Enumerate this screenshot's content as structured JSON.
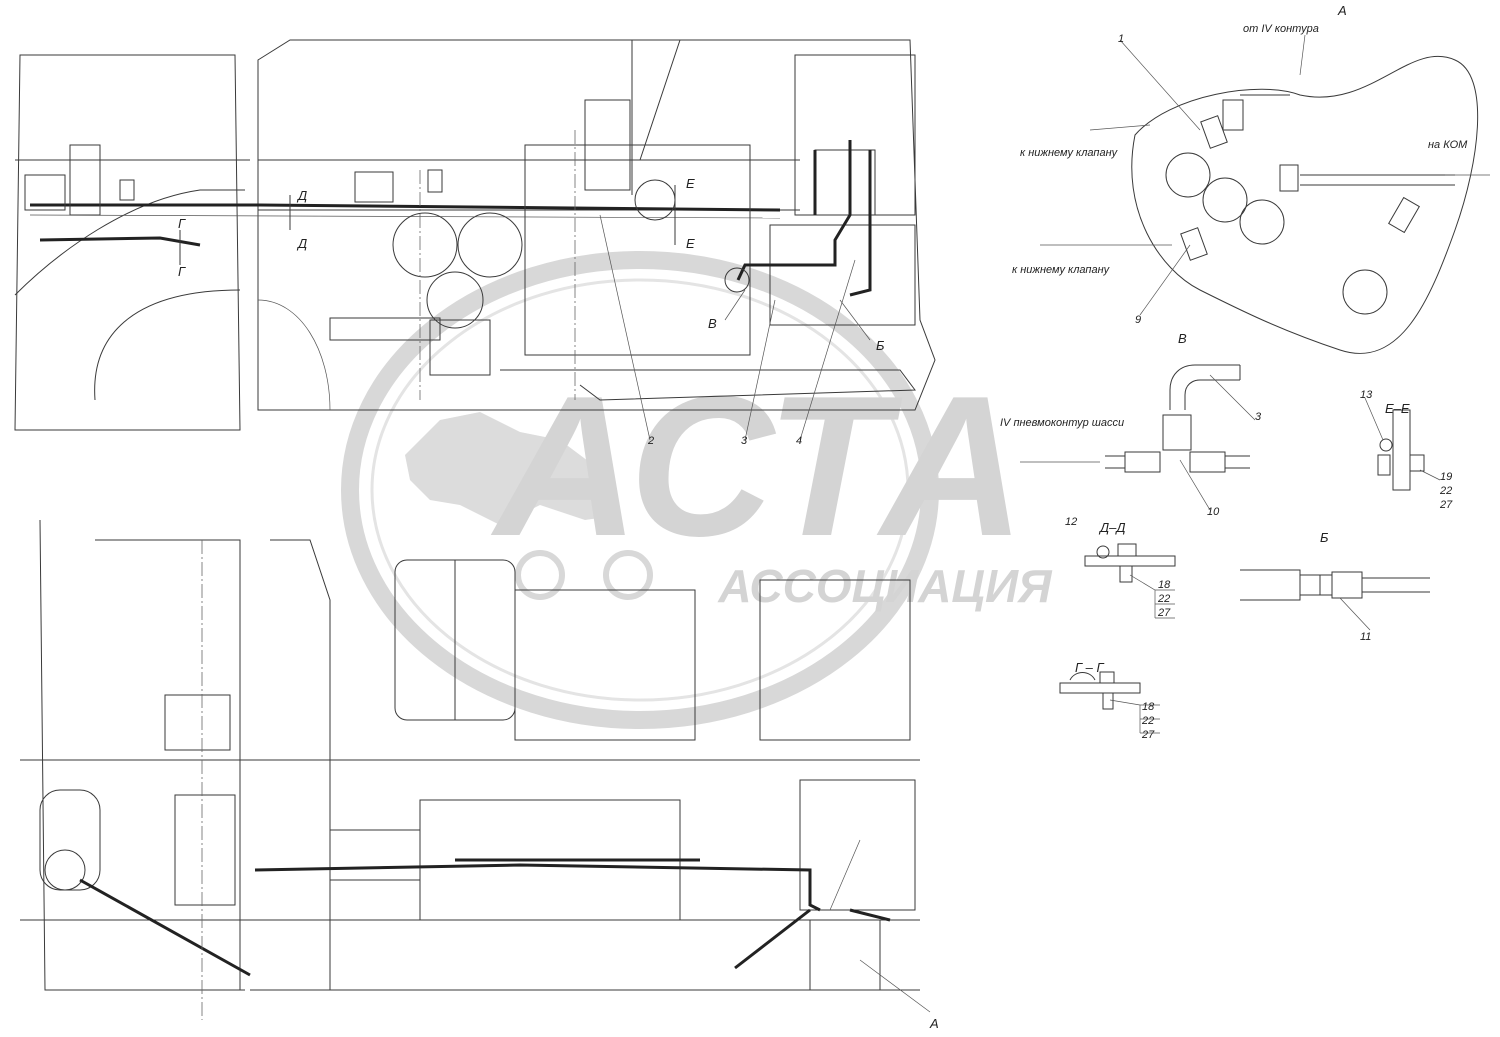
{
  "watermark": {
    "logo_text": "АСТА",
    "subtitle": "АССОЦИАЦИЯ"
  },
  "views": {
    "A": "А",
    "B": "Б",
    "V": "В",
    "D": "Д",
    "G": "Г",
    "E": "Е",
    "section_dd": "Д–Д",
    "section_gg": "Г – Г",
    "section_ee": "Е–Е"
  },
  "notes": {
    "from_contour": "от IV контура",
    "to_lower_valve_1": "к нижнему клапану",
    "to_lower_valve_2": "к нижнему клапану",
    "to_kom": "на КОМ",
    "pneumo": "IV пневмоконтур шасси"
  },
  "positions": {
    "p1": "1",
    "p2": "2",
    "p3": "3",
    "p3b": "3",
    "p4": "4",
    "p9": "9",
    "p10": "10",
    "p11": "11",
    "p12": "12",
    "p13": "13",
    "p18a": "18",
    "p22a": "22",
    "p27a": "27",
    "p18b": "18",
    "p22b": "22",
    "p27b": "27",
    "p19": "19",
    "p22c": "22",
    "p27c": "27"
  }
}
